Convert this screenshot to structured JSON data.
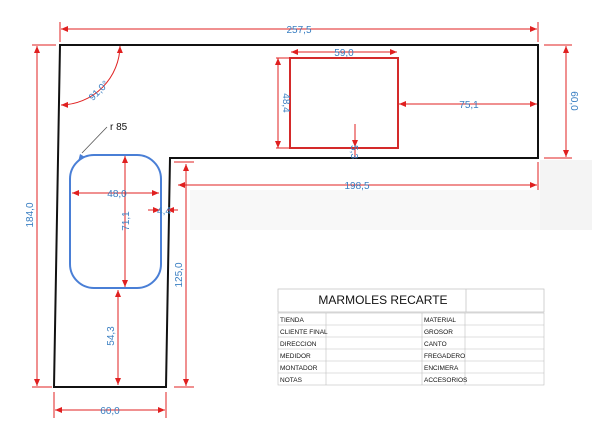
{
  "dimensions": {
    "total_length": "257,5",
    "sink_cutout_width": "59,0",
    "sink_cutout_height": "48,4",
    "sink_cutout_right_offset": "75,1",
    "right_end_depth": "60,0",
    "sink_cutout_bottom_offset": "5,3",
    "inner_run_length": "198,5",
    "corner_angle": "91,0°",
    "left_leg_length": "184,0",
    "hob_width": "48,0",
    "hob_height": "71,1",
    "hob_side_gap": "4,4",
    "hob_bottom_offset": "54,3",
    "inner_leg_length": "125,0",
    "left_leg_width": "60,0",
    "hob_radius_note": "r 85"
  },
  "form": {
    "title": "MARMOLES RECARTE",
    "left_labels": [
      "TIENDA",
      "CLIENTE FINAL",
      "DIRECCION",
      "MEDIDOR",
      "MONTADOR",
      "NOTAS"
    ],
    "right_labels": [
      "MATERIAL",
      "GROSOR",
      "CANTO",
      "FREGADERO",
      "ENCIMERA",
      "ACCESORIOS"
    ]
  },
  "colors": {
    "outline": "#111111",
    "dimension_line": "#e02020",
    "dimension_text": "#3a7fc2",
    "sink_cutout": "#d42a2a",
    "hob_cutout": "#4a7fd6"
  }
}
